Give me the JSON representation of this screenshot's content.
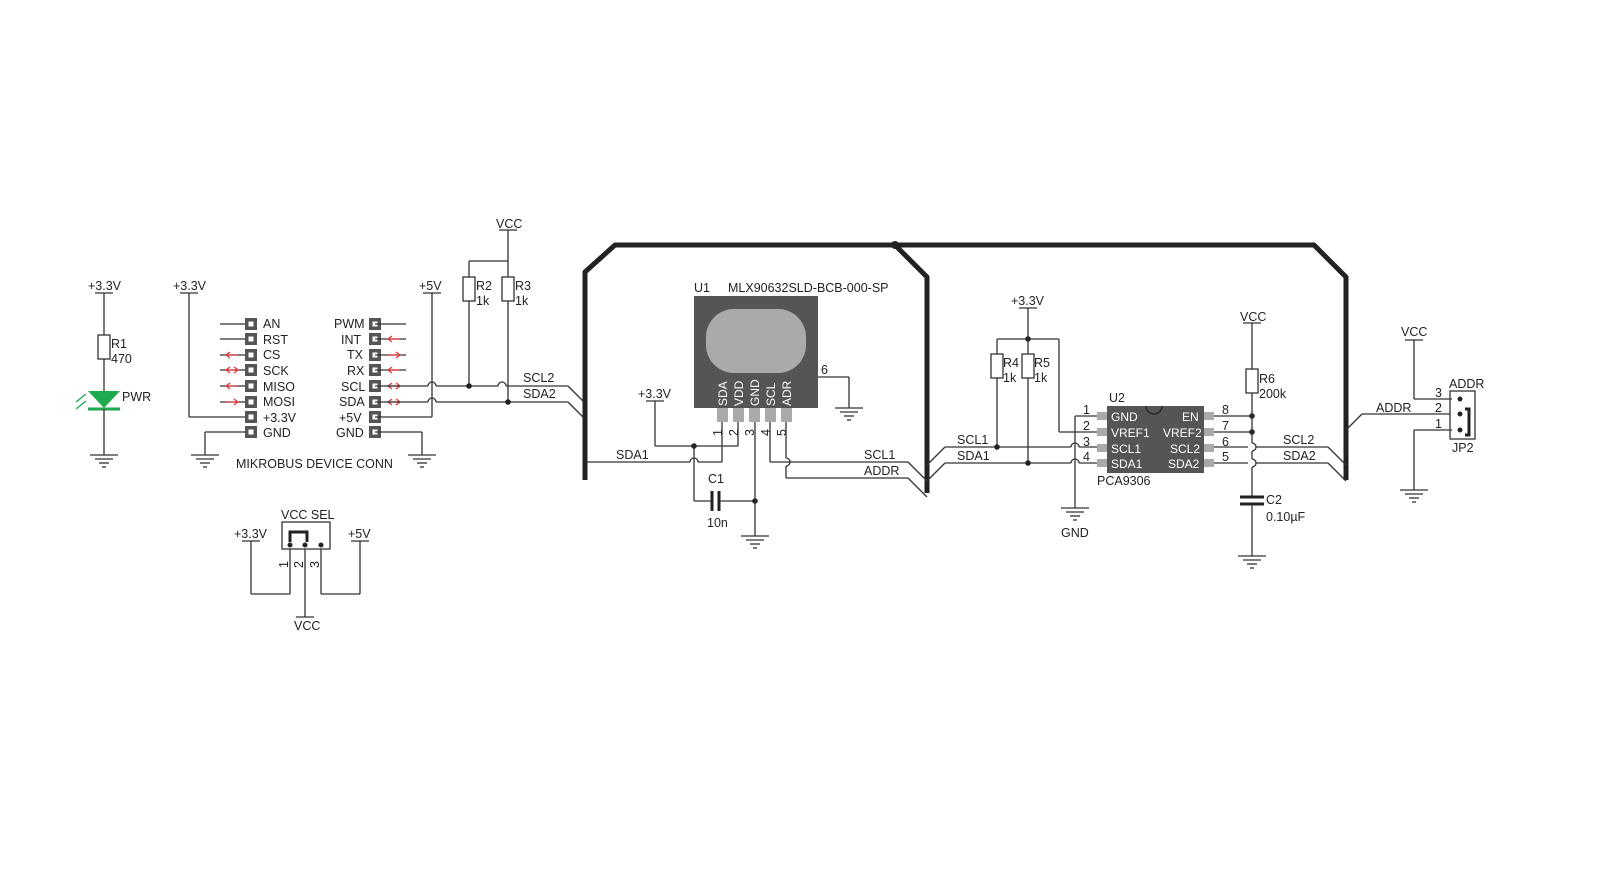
{
  "colors": {
    "wire": "#333333",
    "chip": "#555555",
    "led": "#1faa4e",
    "arrow": "#e03a3a"
  },
  "power": {
    "v33": "+3.3V",
    "v5": "+5V",
    "vcc": "VCC",
    "gnd": "GND"
  },
  "led_section": {
    "r1": "R1",
    "r1_val": "470",
    "led": "PWR"
  },
  "mikrobus": {
    "caption": "MIKROBUS  DEVICE  CONN",
    "left_pins": [
      "AN",
      "RST",
      "CS",
      "SCK",
      "MISO",
      "MOSI",
      "+3.3V",
      "GND"
    ],
    "right_pins": [
      "PWM",
      "INT",
      "TX",
      "RX",
      "SCL",
      "SDA",
      "+5V",
      "GND"
    ]
  },
  "pullups": {
    "r2": "R2",
    "r2_val": "1k",
    "r3": "R3",
    "r3_val": "1k"
  },
  "nets": {
    "scl2": "SCL2",
    "sda2": "SDA2",
    "scl1": "SCL1",
    "sda1": "SDA1",
    "addr": "ADDR"
  },
  "u1": {
    "ref": "U1",
    "part": "MLX90632SLD-BCB-000-SP",
    "pins": [
      "SDA",
      "VDD",
      "GND",
      "SCL",
      "ADR"
    ],
    "pin_nums": [
      "1",
      "2",
      "3",
      "4",
      "5"
    ],
    "pin6": "6",
    "c1": "C1",
    "c1_val": "10n"
  },
  "u2": {
    "ref": "U2",
    "part": "PCA9306",
    "left_pins": [
      "GND",
      "VREF1",
      "SCL1",
      "SDA1"
    ],
    "right_pins": [
      "EN",
      "VREF2",
      "SCL2",
      "SDA2"
    ],
    "left_nums": [
      "1",
      "2",
      "3",
      "4"
    ],
    "right_nums": [
      "8",
      "7",
      "6",
      "5"
    ],
    "r4": "R4",
    "r4_val": "1k",
    "r5": "R5",
    "r5_val": "1k",
    "r6": "R6",
    "r6_val": "200k",
    "c2": "C2",
    "c2_val": "0.10µF"
  },
  "vcc_sel": {
    "label": "VCC  SEL",
    "pins": [
      "1",
      "2",
      "3"
    ]
  },
  "jp2": {
    "ref": "JP2",
    "label": "ADDR",
    "pins": [
      "3",
      "2",
      "1"
    ]
  }
}
